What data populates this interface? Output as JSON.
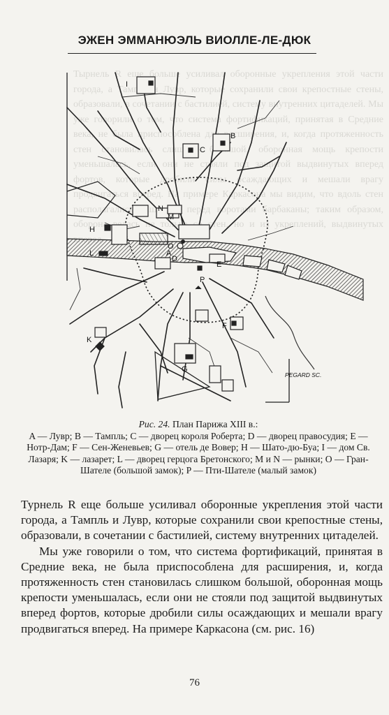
{
  "running_head": "ЭЖЕН ЭММАНЮЭЛЬ ВИОЛЛЕ-ЛЕ-ДЮК",
  "figure": {
    "engraver": "PEGARD SC.",
    "map_labels": {
      "A": "A",
      "B": "B",
      "C": "C",
      "D": "D",
      "E": "E",
      "F": "F",
      "G": "G",
      "H": "H",
      "I": "I",
      "K": "K",
      "L": "L",
      "M": "M",
      "N": "N",
      "O": "O",
      "P": "P"
    },
    "show_through_text": "Тырнель R еще больше усиливал оборонные укрепления этой части города, а Тампль и Лувр, которые сохранили свои крепостные стены, образовали, в сочетании с бастилией, систему внутренних цитаделей. Мы уже говорили о том, что система фортификаций, принятая в Средние века, не была приспособлена для расширения, и, когда протяженность стен становилась слишком большой, оборонная мощь крепости уменьшалась, если они не стояли под защитой выдвинутых вперед фортов, которые дробили силы осаждающих и мешали врагу продвигаться вперед. На примере Каркасона мы видим, что вдоль стен располагались башни, а перед воротами барбаканы; таким образом, оборона велась не только со стен, но и из укреплений, выдвинутых вперед."
  },
  "caption": {
    "fig_label": "Рис. 24.",
    "fig_title": " План Парижа XIII в.:",
    "legend": "A — Лувр; B — Тампль; C — дворец короля Роберта; D — дворец правосудия; E — Нотр-Дам; F — Сен-Женевьев; G — отель де Вовер; H — Шато-дю-Буа; I — дом Св. Лазаря; K — лазарет; L — дворец герцога Бретонского; M и N — рынки; O — Гран-Шателе (большой замок); P — Пти-Шателе (малый замок)"
  },
  "body": {
    "paragraph_1": "Турнель R еще больше усиливал оборонные укрепления этой части города, а Тампль и Лувр, которые сохранили свои крепостные стены, образовали, в сочетании с бастилией, систему внутренних цитаделей.",
    "paragraph_2": "Мы уже говорили о том, что система фортификаций, принятая в Средние века, не была приспособлена для расширения, и, когда протяженность стен становилась слишком большой, оборонная мощь крепости уменьшалась, если они не стояли под защитой выдвинутых вперед фортов, которые дробили силы осаждающих и мешали врагу продвигаться вперед. На примере Каркасона (см. рис. 16)"
  },
  "page_number": "76"
}
